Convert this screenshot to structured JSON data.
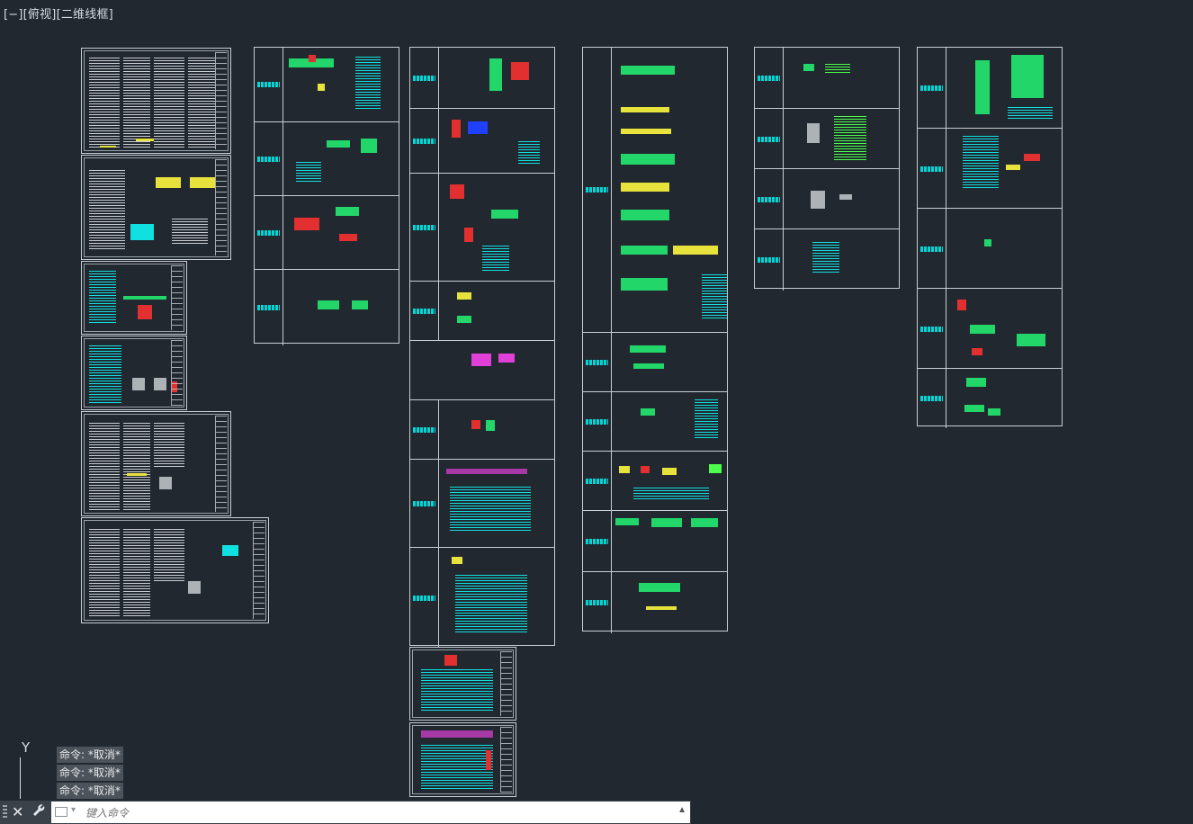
{
  "viewport": {
    "label": "[−][俯视][二维线框]"
  },
  "ucs": {
    "y_label": "Y"
  },
  "command_history": [
    "命令: *取消*",
    "命令: *取消*",
    "命令: *取消*"
  ],
  "command_line": {
    "placeholder": "键入命令",
    "close_icon": "✕",
    "wrench_icon": "wrench-icon",
    "dropdown_icon": "▾",
    "scroll_up_icon": "▲"
  },
  "colors": {
    "background": "#212830",
    "sheet_border": "#c9ced4",
    "cyan_text": "#11e0e0"
  }
}
